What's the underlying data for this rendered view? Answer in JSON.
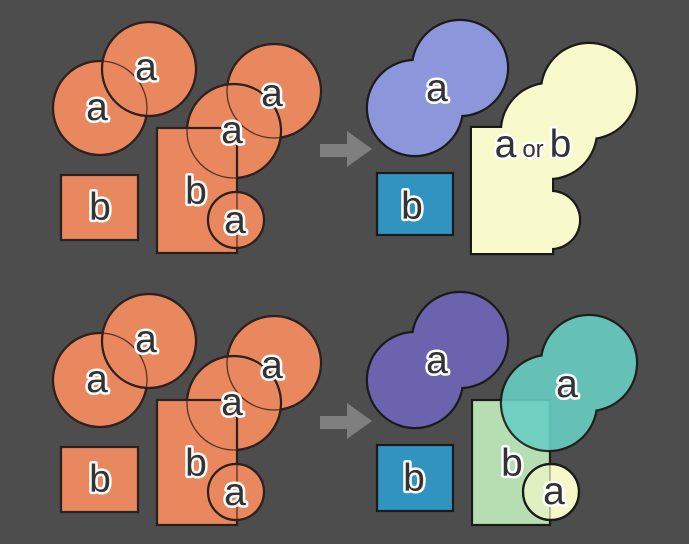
{
  "colors": {
    "background": "#4D4D4D",
    "orange": "#E9875F",
    "periwinkle": "#8C96DB",
    "purple": "#6B63AD",
    "blue": "#3193BF",
    "cream": "#F9FACB",
    "cream_circle": "#F7F8C9",
    "teal": "#68CEC2",
    "green": "#B5DFB2",
    "green_tint": "#B5DFB2",
    "arrow": "#7F7F7F",
    "outline": "#1A1A1A",
    "label_text": "#333333"
  },
  "labels": {
    "a": "a",
    "b": "b",
    "or": "or"
  }
}
